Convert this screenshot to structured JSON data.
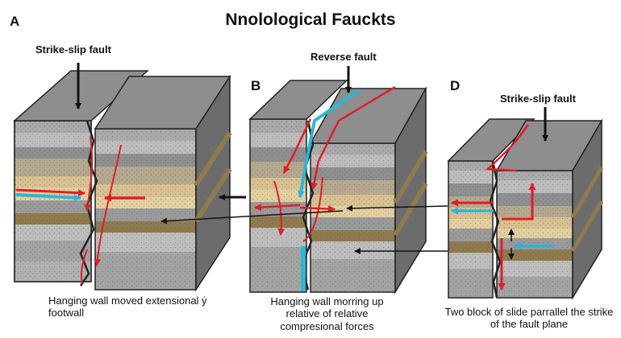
{
  "title": "Nnolological Fauckts",
  "panels": [
    {
      "letter": "A",
      "label": "Strike-slip fault",
      "caption": "Hanging wall moved extensional ẏ footwall"
    },
    {
      "letter": "B",
      "label": "Reverse fault",
      "caption": "Hanging wall morring up relative of relative compresional forces"
    },
    {
      "letter": "D",
      "label": "Strike-slip fault",
      "caption": "Two block of slide parrallel the strike of the fault plane"
    }
  ],
  "colors": {
    "rock_top": "#8e8e8e",
    "rock_side": "#6c6c6c",
    "layer_light": "#b9b9b9",
    "layer_gray": "#9d9d9d",
    "sand": "#d8c090",
    "brown": "#8f7a4e",
    "arrow_red": "#e11e26",
    "arrow_cyan": "#2bb6d6",
    "line": "#222222"
  }
}
